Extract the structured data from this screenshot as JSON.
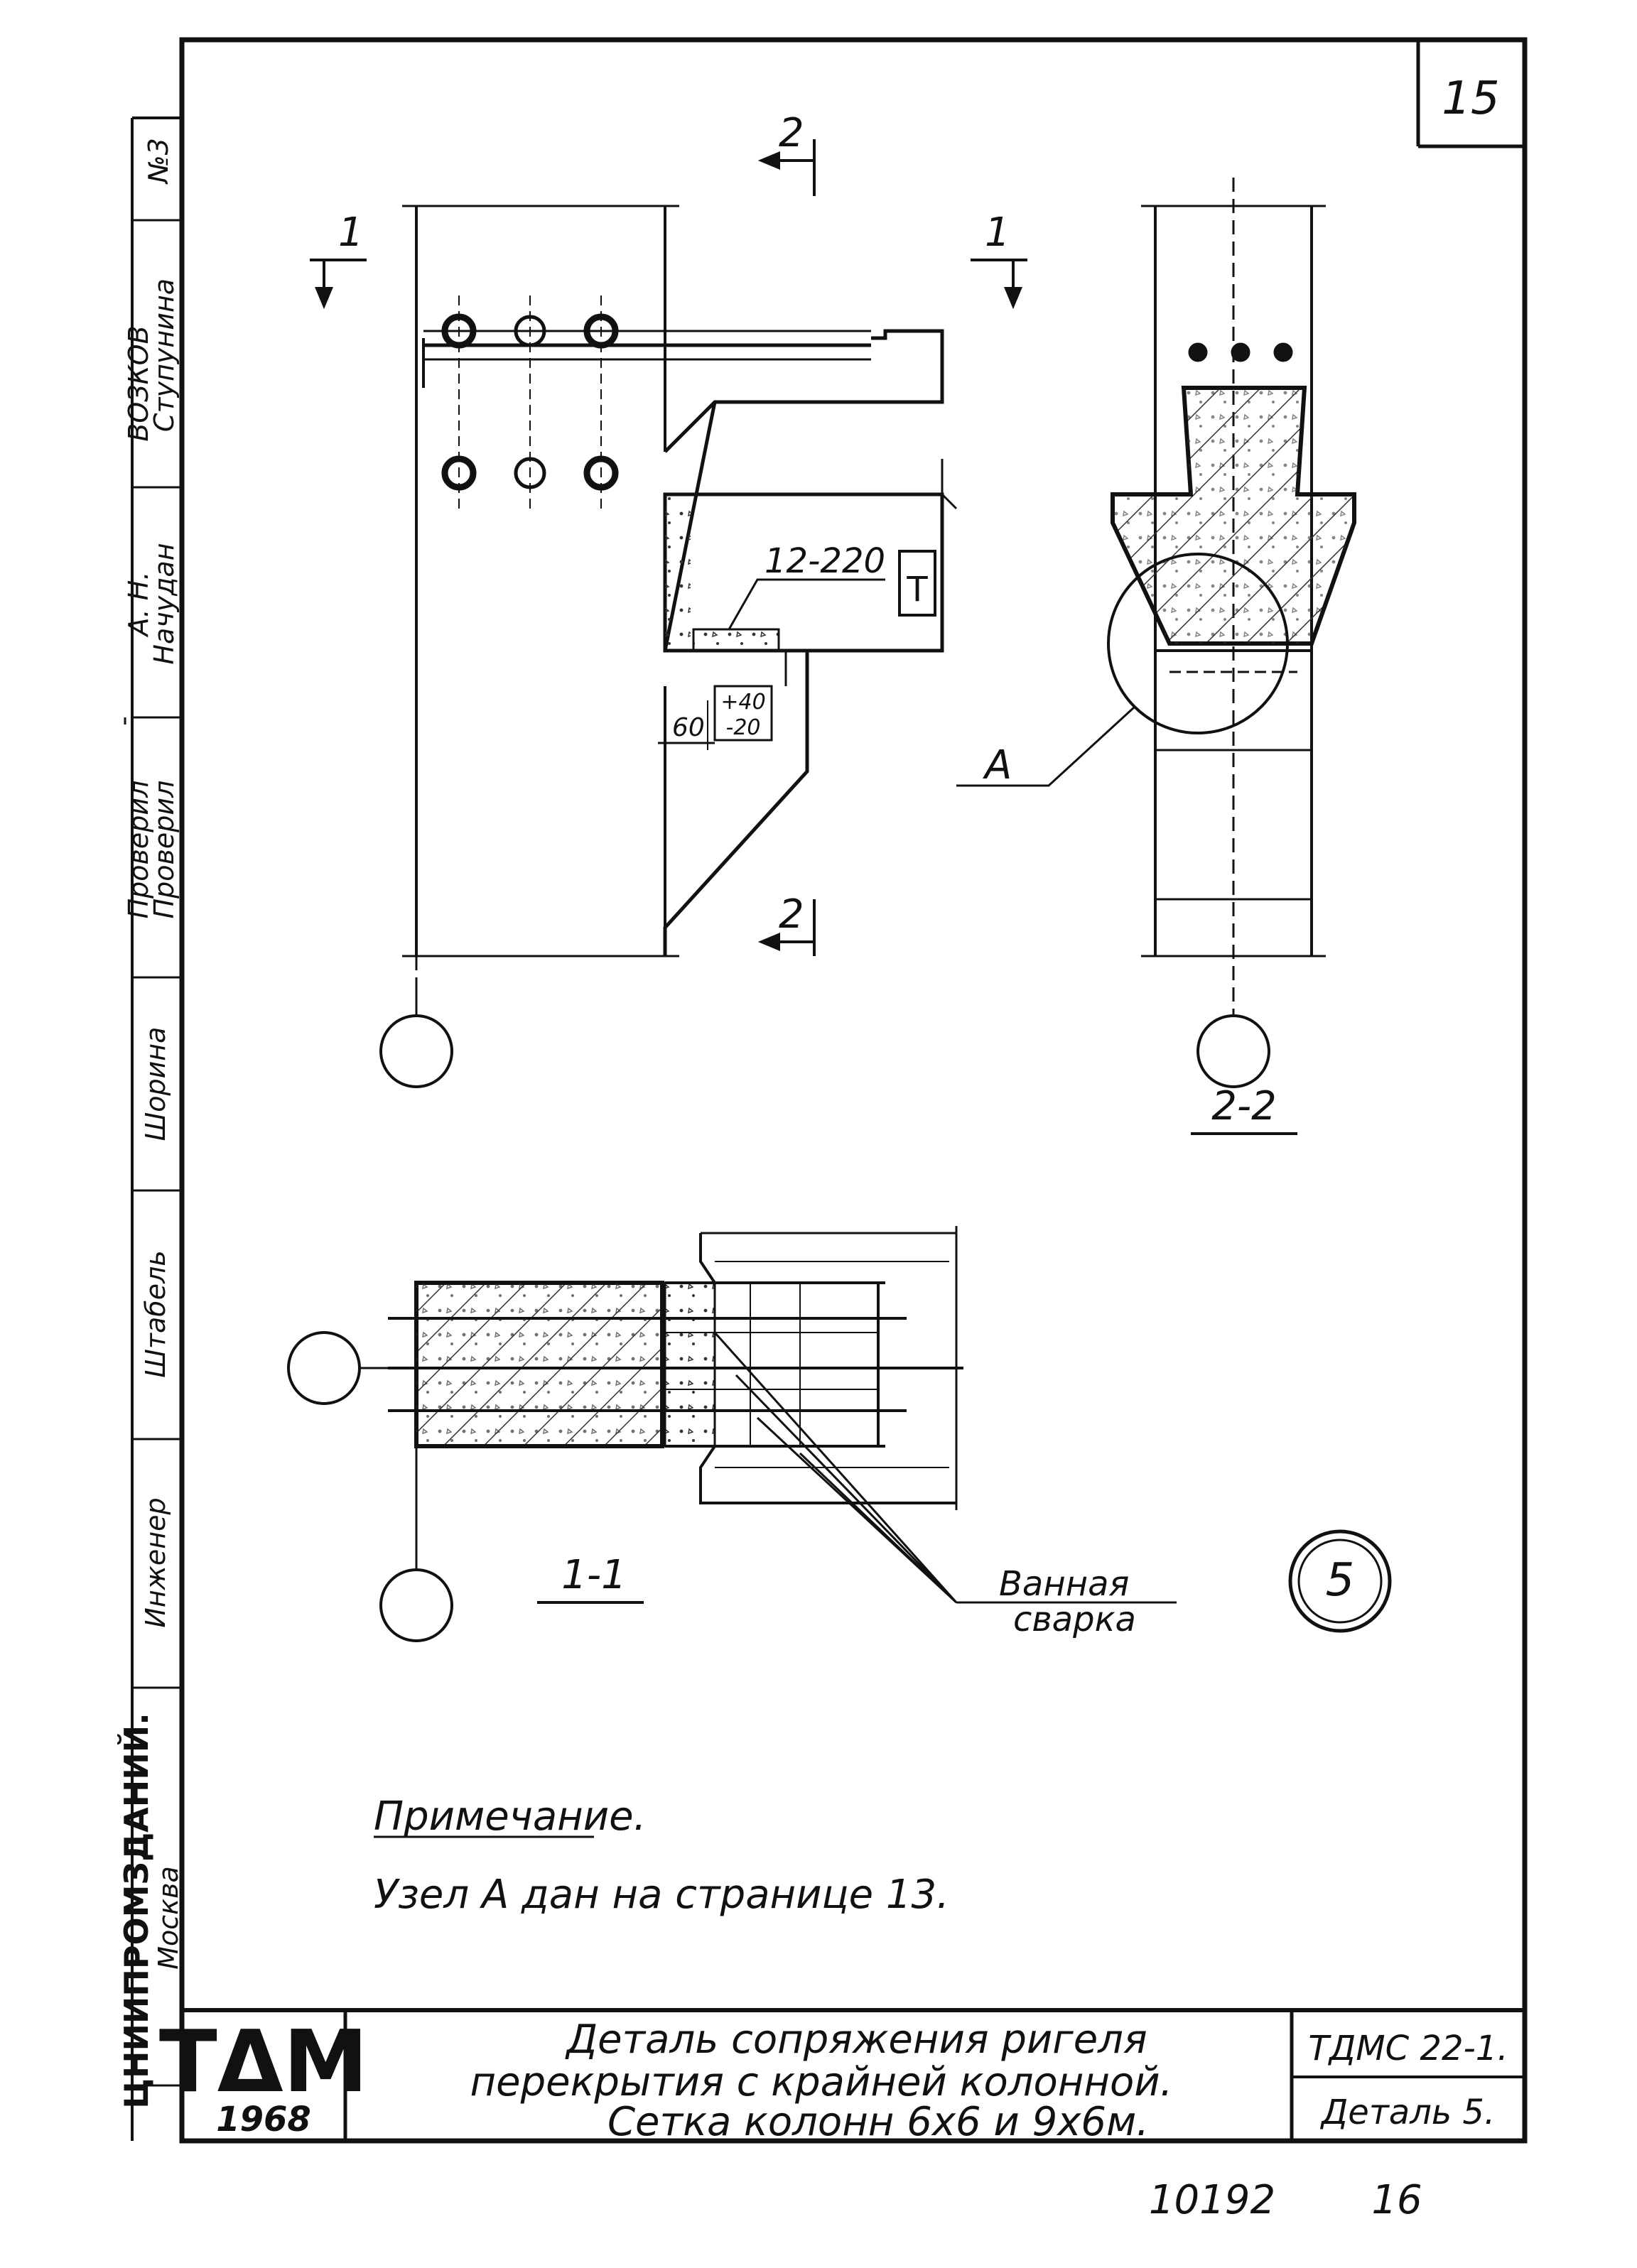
{
  "sheet": {
    "page_number": "15",
    "tdm_logo": "TΔM",
    "tdm_year": "1968",
    "title_line1": "Деталь сопряжения ригеля",
    "title_line2": "перекрытия с крайней колонной.",
    "title_line3": "Сетка колонн 6х6 и 9х6м.",
    "doc_code": "ТДМС 22-1.",
    "detail_label": "Деталь 5.",
    "archive_number": "10192",
    "archive_page": "16"
  },
  "side_stamp": {
    "number_label": "№3",
    "top_label": "ВОЗКОВ",
    "name1": "Ступунина",
    "signature1": "А. Н.",
    "head_label": "Начудан",
    "check_label1": "Проверил",
    "check_label2": "Проверил",
    "name2": "Шорина",
    "signature2": "Штабель",
    "engineer_label": "Инженер",
    "org_name": "ЦНИИПРОМЗДАНИЙ.",
    "city": "Москва"
  },
  "drawing": {
    "section1_top_marker": "1",
    "section1_right_marker": "1",
    "section2_top_marker": "2",
    "section2_bottom_marker": "2",
    "rebar_label": "12-220",
    "embedded_plate_label": "T",
    "gap_dim": "60",
    "tolerance_upper": "+40",
    "tolerance_lower": "-20",
    "node_label": "А",
    "section_2_label": "2-2",
    "section_1_label": "1-1",
    "weld_label_line1": "Ванная",
    "weld_label_line2": "сварка",
    "detail_number": "5",
    "note_title": "Примечание.",
    "note_text": "Узел А дан на странице 13."
  }
}
